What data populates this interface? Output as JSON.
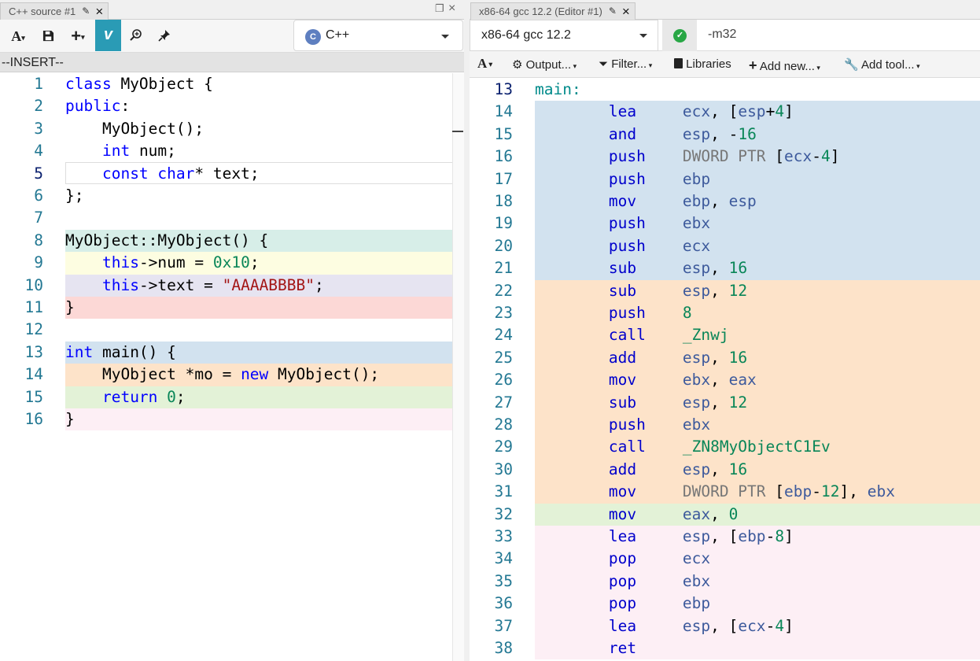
{
  "left_pane": {
    "tab_title": "C++ source #1",
    "language": "C++",
    "status_mode": "--INSERT--",
    "vim_label": "v",
    "lines": [
      {
        "n": "1",
        "bg": "",
        "html": "<span class='kw'>class</span> MyObject {"
      },
      {
        "n": "2",
        "bg": "",
        "html": "<span class='kw'>public</span>:"
      },
      {
        "n": "3",
        "bg": "",
        "html": "    MyObject();"
      },
      {
        "n": "4",
        "bg": "",
        "html": "    <span class='kw'>int</span> num;"
      },
      {
        "n": "5",
        "bg": "",
        "html": "    <span class='kw'>const</span> <span class='kw'>char</span>* text;"
      },
      {
        "n": "6",
        "bg": "",
        "html": "};"
      },
      {
        "n": "7",
        "bg": "",
        "html": ""
      },
      {
        "n": "8",
        "bg": "#d7eee8",
        "html": "MyObject::MyObject() {"
      },
      {
        "n": "9",
        "bg": "#fdfde1",
        "html": "    <span class='kw'>this</span>->num = <span class='num'>0x10</span>;"
      },
      {
        "n": "10",
        "bg": "#e6e4f1",
        "html": "    <span class='kw'>this</span>->text = <span class='str'>\"AAAABBBB\"</span>;"
      },
      {
        "n": "11",
        "bg": "#fcd8d6",
        "html": "}"
      },
      {
        "n": "12",
        "bg": "",
        "html": ""
      },
      {
        "n": "13",
        "bg": "#d2e2ef",
        "html": "<span class='kw'>int</span> main() {"
      },
      {
        "n": "14",
        "bg": "#fde3c9",
        "html": "    MyObject *mo = <span class='kw'>new</span> MyObject();"
      },
      {
        "n": "15",
        "bg": "#e3f2d7",
        "html": "    <span class='kw'>return</span> <span class='num'>0</span>;"
      },
      {
        "n": "16",
        "bg": "#fdeff5",
        "html": "}"
      }
    ]
  },
  "right_pane": {
    "tab_title": "x86-64 gcc 12.2 (Editor #1)",
    "compiler": "x86-64 gcc 12.2",
    "compiler_options": "-m32",
    "toolbar": {
      "output": "Output...",
      "filter": "Filter...",
      "libraries": "Libraries",
      "add_new": "Add new...",
      "add_tool": "Add tool..."
    },
    "lines": [
      {
        "n": "13",
        "bg": "#ffffff",
        "html": "<span class='lbl'>main:</span>"
      },
      {
        "n": "14",
        "bg": "#d2e2ef",
        "html": "        <span class='ins'>lea</span>     <span class='reg'>ecx</span>, [<span class='reg'>esp</span>+<span class='num'>4</span>]"
      },
      {
        "n": "15",
        "bg": "#d2e2ef",
        "html": "        <span class='ins'>and</span>     <span class='reg'>esp</span>, -<span class='num'>16</span>"
      },
      {
        "n": "16",
        "bg": "#d2e2ef",
        "html": "        <span class='ins'>push</span>    <span class='dw'>DWORD PTR</span> [<span class='reg'>ecx</span>-<span class='num'>4</span>]"
      },
      {
        "n": "17",
        "bg": "#d2e2ef",
        "html": "        <span class='ins'>push</span>    <span class='reg'>ebp</span>"
      },
      {
        "n": "18",
        "bg": "#d2e2ef",
        "html": "        <span class='ins'>mov</span>     <span class='reg'>ebp</span>, <span class='reg'>esp</span>"
      },
      {
        "n": "19",
        "bg": "#d2e2ef",
        "html": "        <span class='ins'>push</span>    <span class='reg'>ebx</span>"
      },
      {
        "n": "20",
        "bg": "#d2e2ef",
        "html": "        <span class='ins'>push</span>    <span class='reg'>ecx</span>"
      },
      {
        "n": "21",
        "bg": "#d2e2ef",
        "html": "        <span class='ins'>sub</span>     <span class='reg'>esp</span>, <span class='num'>16</span>"
      },
      {
        "n": "22",
        "bg": "#fde3c9",
        "html": "        <span class='ins'>sub</span>     <span class='reg'>esp</span>, <span class='num'>12</span>"
      },
      {
        "n": "23",
        "bg": "#fde3c9",
        "html": "        <span class='ins'>push</span>    <span class='num'>8</span>"
      },
      {
        "n": "24",
        "bg": "#fde3c9",
        "html": "        <span class='ins'>call</span>    <span class='num'>_Znwj</span>"
      },
      {
        "n": "25",
        "bg": "#fde3c9",
        "html": "        <span class='ins'>add</span>     <span class='reg'>esp</span>, <span class='num'>16</span>"
      },
      {
        "n": "26",
        "bg": "#fde3c9",
        "html": "        <span class='ins'>mov</span>     <span class='reg'>ebx</span>, <span class='reg'>eax</span>"
      },
      {
        "n": "27",
        "bg": "#fde3c9",
        "html": "        <span class='ins'>sub</span>     <span class='reg'>esp</span>, <span class='num'>12</span>"
      },
      {
        "n": "28",
        "bg": "#fde3c9",
        "html": "        <span class='ins'>push</span>    <span class='reg'>ebx</span>"
      },
      {
        "n": "29",
        "bg": "#fde3c9",
        "html": "        <span class='ins'>call</span>    <span class='num'>_ZN8MyObjectC1Ev</span>"
      },
      {
        "n": "30",
        "bg": "#fde3c9",
        "html": "        <span class='ins'>add</span>     <span class='reg'>esp</span>, <span class='num'>16</span>"
      },
      {
        "n": "31",
        "bg": "#fde3c9",
        "html": "        <span class='ins'>mov</span>     <span class='dw'>DWORD PTR</span> [<span class='reg'>ebp</span>-<span class='num'>12</span>], <span class='reg'>ebx</span>"
      },
      {
        "n": "32",
        "bg": "#e3f2d7",
        "html": "        <span class='ins'>mov</span>     <span class='reg'>eax</span>, <span class='num'>0</span>"
      },
      {
        "n": "33",
        "bg": "#fdeff5",
        "html": "        <span class='ins'>lea</span>     <span class='reg'>esp</span>, [<span class='reg'>ebp</span>-<span class='num'>8</span>]"
      },
      {
        "n": "34",
        "bg": "#fdeff5",
        "html": "        <span class='ins'>pop</span>     <span class='reg'>ecx</span>"
      },
      {
        "n": "35",
        "bg": "#fdeff5",
        "html": "        <span class='ins'>pop</span>     <span class='reg'>ebx</span>"
      },
      {
        "n": "36",
        "bg": "#fdeff5",
        "html": "        <span class='ins'>pop</span>     <span class='reg'>ebp</span>"
      },
      {
        "n": "37",
        "bg": "#fdeff5",
        "html": "        <span class='ins'>lea</span>     <span class='reg'>esp</span>, [<span class='reg'>ecx</span>-<span class='num'>4</span>]"
      },
      {
        "n": "38",
        "bg": "#fdeff5",
        "html": "        <span class='ins'>ret</span>"
      }
    ]
  }
}
